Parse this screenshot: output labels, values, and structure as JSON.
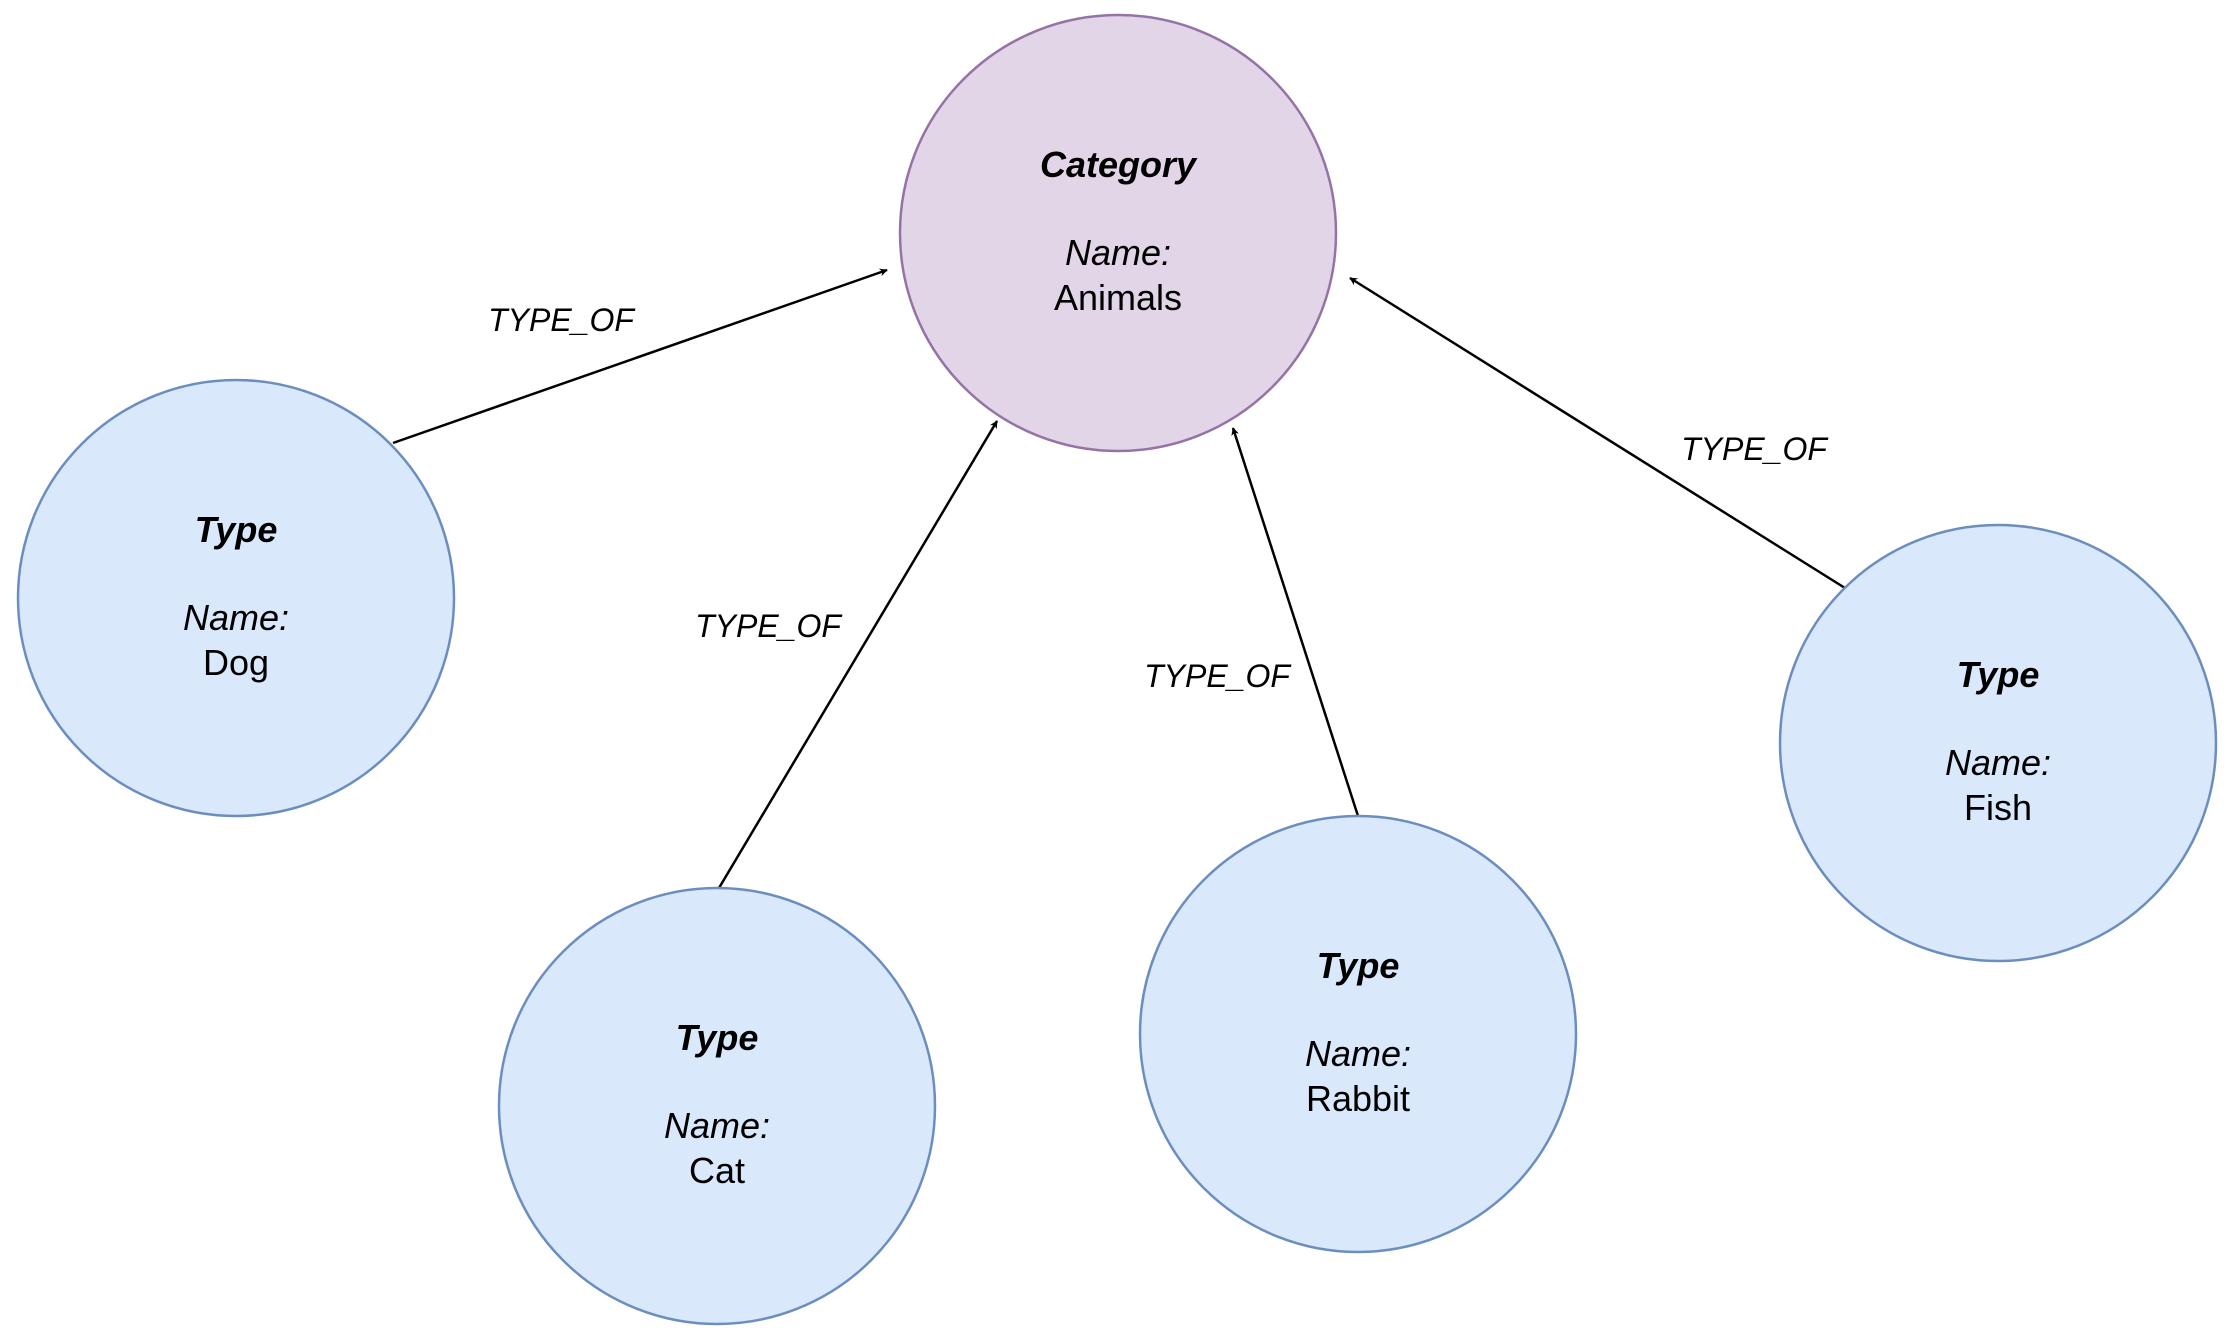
{
  "colors": {
    "category_fill": "#e1d5e7",
    "category_stroke": "#9673a6",
    "type_fill": "#dae8fc",
    "type_stroke": "#6c8ebf",
    "edge": "#000000"
  },
  "nodes": {
    "category": {
      "title": "Category",
      "key": "Name:",
      "value": "Animals"
    },
    "dog": {
      "title": "Type",
      "key": "Name:",
      "value": "Dog"
    },
    "cat": {
      "title": "Type",
      "key": "Name:",
      "value": "Cat"
    },
    "rabbit": {
      "title": "Type",
      "key": "Name:",
      "value": "Rabbit"
    },
    "fish": {
      "title": "Type",
      "key": "Name:",
      "value": "Fish"
    }
  },
  "edges": {
    "dog": {
      "label": "TYPE_OF"
    },
    "cat": {
      "label": "TYPE_OF"
    },
    "rabbit": {
      "label": "TYPE_OF"
    },
    "fish": {
      "label": "TYPE_OF"
    }
  }
}
